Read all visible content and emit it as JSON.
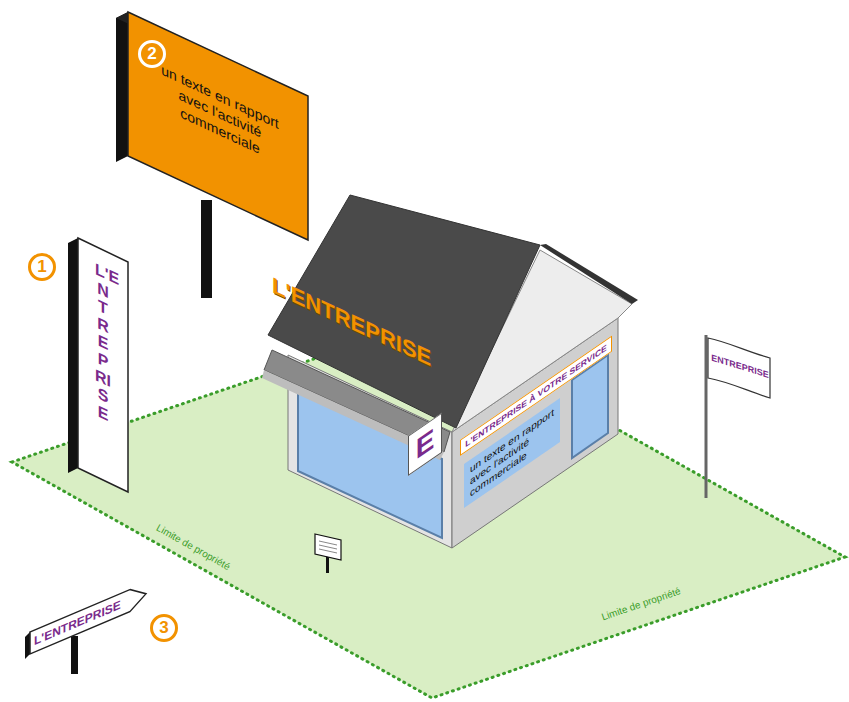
{
  "diagram": {
    "nodes": [
      {
        "text": [
          "un texte en rapport avec l'activité commerciale"
        ]
      },
      {
        "text": [
          "L'ENTREPRISE"
        ]
      },
      {
        "text": [
          "L'ENTREPRISE"
        ]
      },
      {
        "text": [
          "L'ENTREPRISE À VOTRE SERVICE"
        ]
      },
      {
        "text": [
          "E"
        ]
      },
      {
        "text": [
          "un texte en rapport avec l'activité commerciale"
        ]
      },
      {
        "text": [
          "ENTREPRISE"
        ]
      },
      {
        "text": [
          "L'ENTREPRISE"
        ]
      }
    ],
    "labels": [
      "2",
      "1",
      "3",
      "Limite de propriété",
      "Limite de propriété"
    ]
  }
}
